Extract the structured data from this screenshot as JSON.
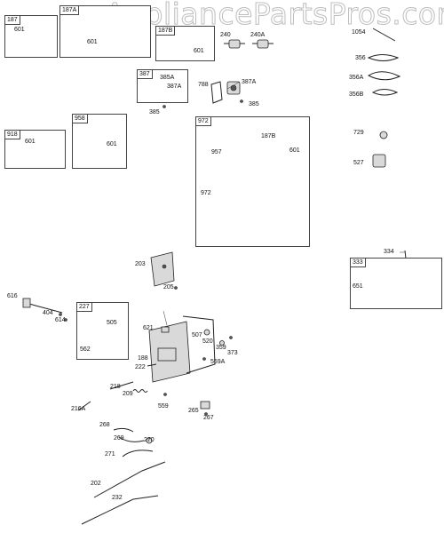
{
  "watermark": "AppliancePartsPros.com",
  "boxes": {
    "b187": "187",
    "b187a": "187A",
    "b187b": "187B",
    "b387": "387",
    "b918": "918",
    "b958": "958",
    "b972": "972",
    "b227": "227",
    "b333": "333"
  },
  "labels": {
    "l601a": "601",
    "l601b": "601",
    "l601c": "601",
    "l601d": "601",
    "l601e": "601",
    "l601f": "601",
    "l240": "240",
    "l240a": "240A",
    "l1054": "1054",
    "l356": "356",
    "l356a": "356A",
    "l356b": "356B",
    "l385a": "385A",
    "l387a": "387A",
    "l385": "385",
    "l788": "788",
    "l387a2": "387A",
    "l385b": "385",
    "l187b": "187B",
    "l957": "957",
    "l972": "972",
    "l729": "729",
    "l527": "527",
    "l334": "334",
    "l651": "651",
    "l203": "203",
    "l205": "205",
    "l616": "616",
    "l404": "404",
    "l614": "614",
    "l505": "505",
    "l562": "562",
    "l621": "621",
    "l507": "507",
    "l520": "520",
    "l359": "359",
    "l373": "373",
    "l188": "188",
    "l559a": "559A",
    "l222": "222",
    "l218": "218",
    "l209": "209",
    "l216a": "216A",
    "l559": "559",
    "l265": "265",
    "l267": "267",
    "l268": "268",
    "l269": "269",
    "l270": "270",
    "l271": "271",
    "l202": "202",
    "l232": "232"
  }
}
